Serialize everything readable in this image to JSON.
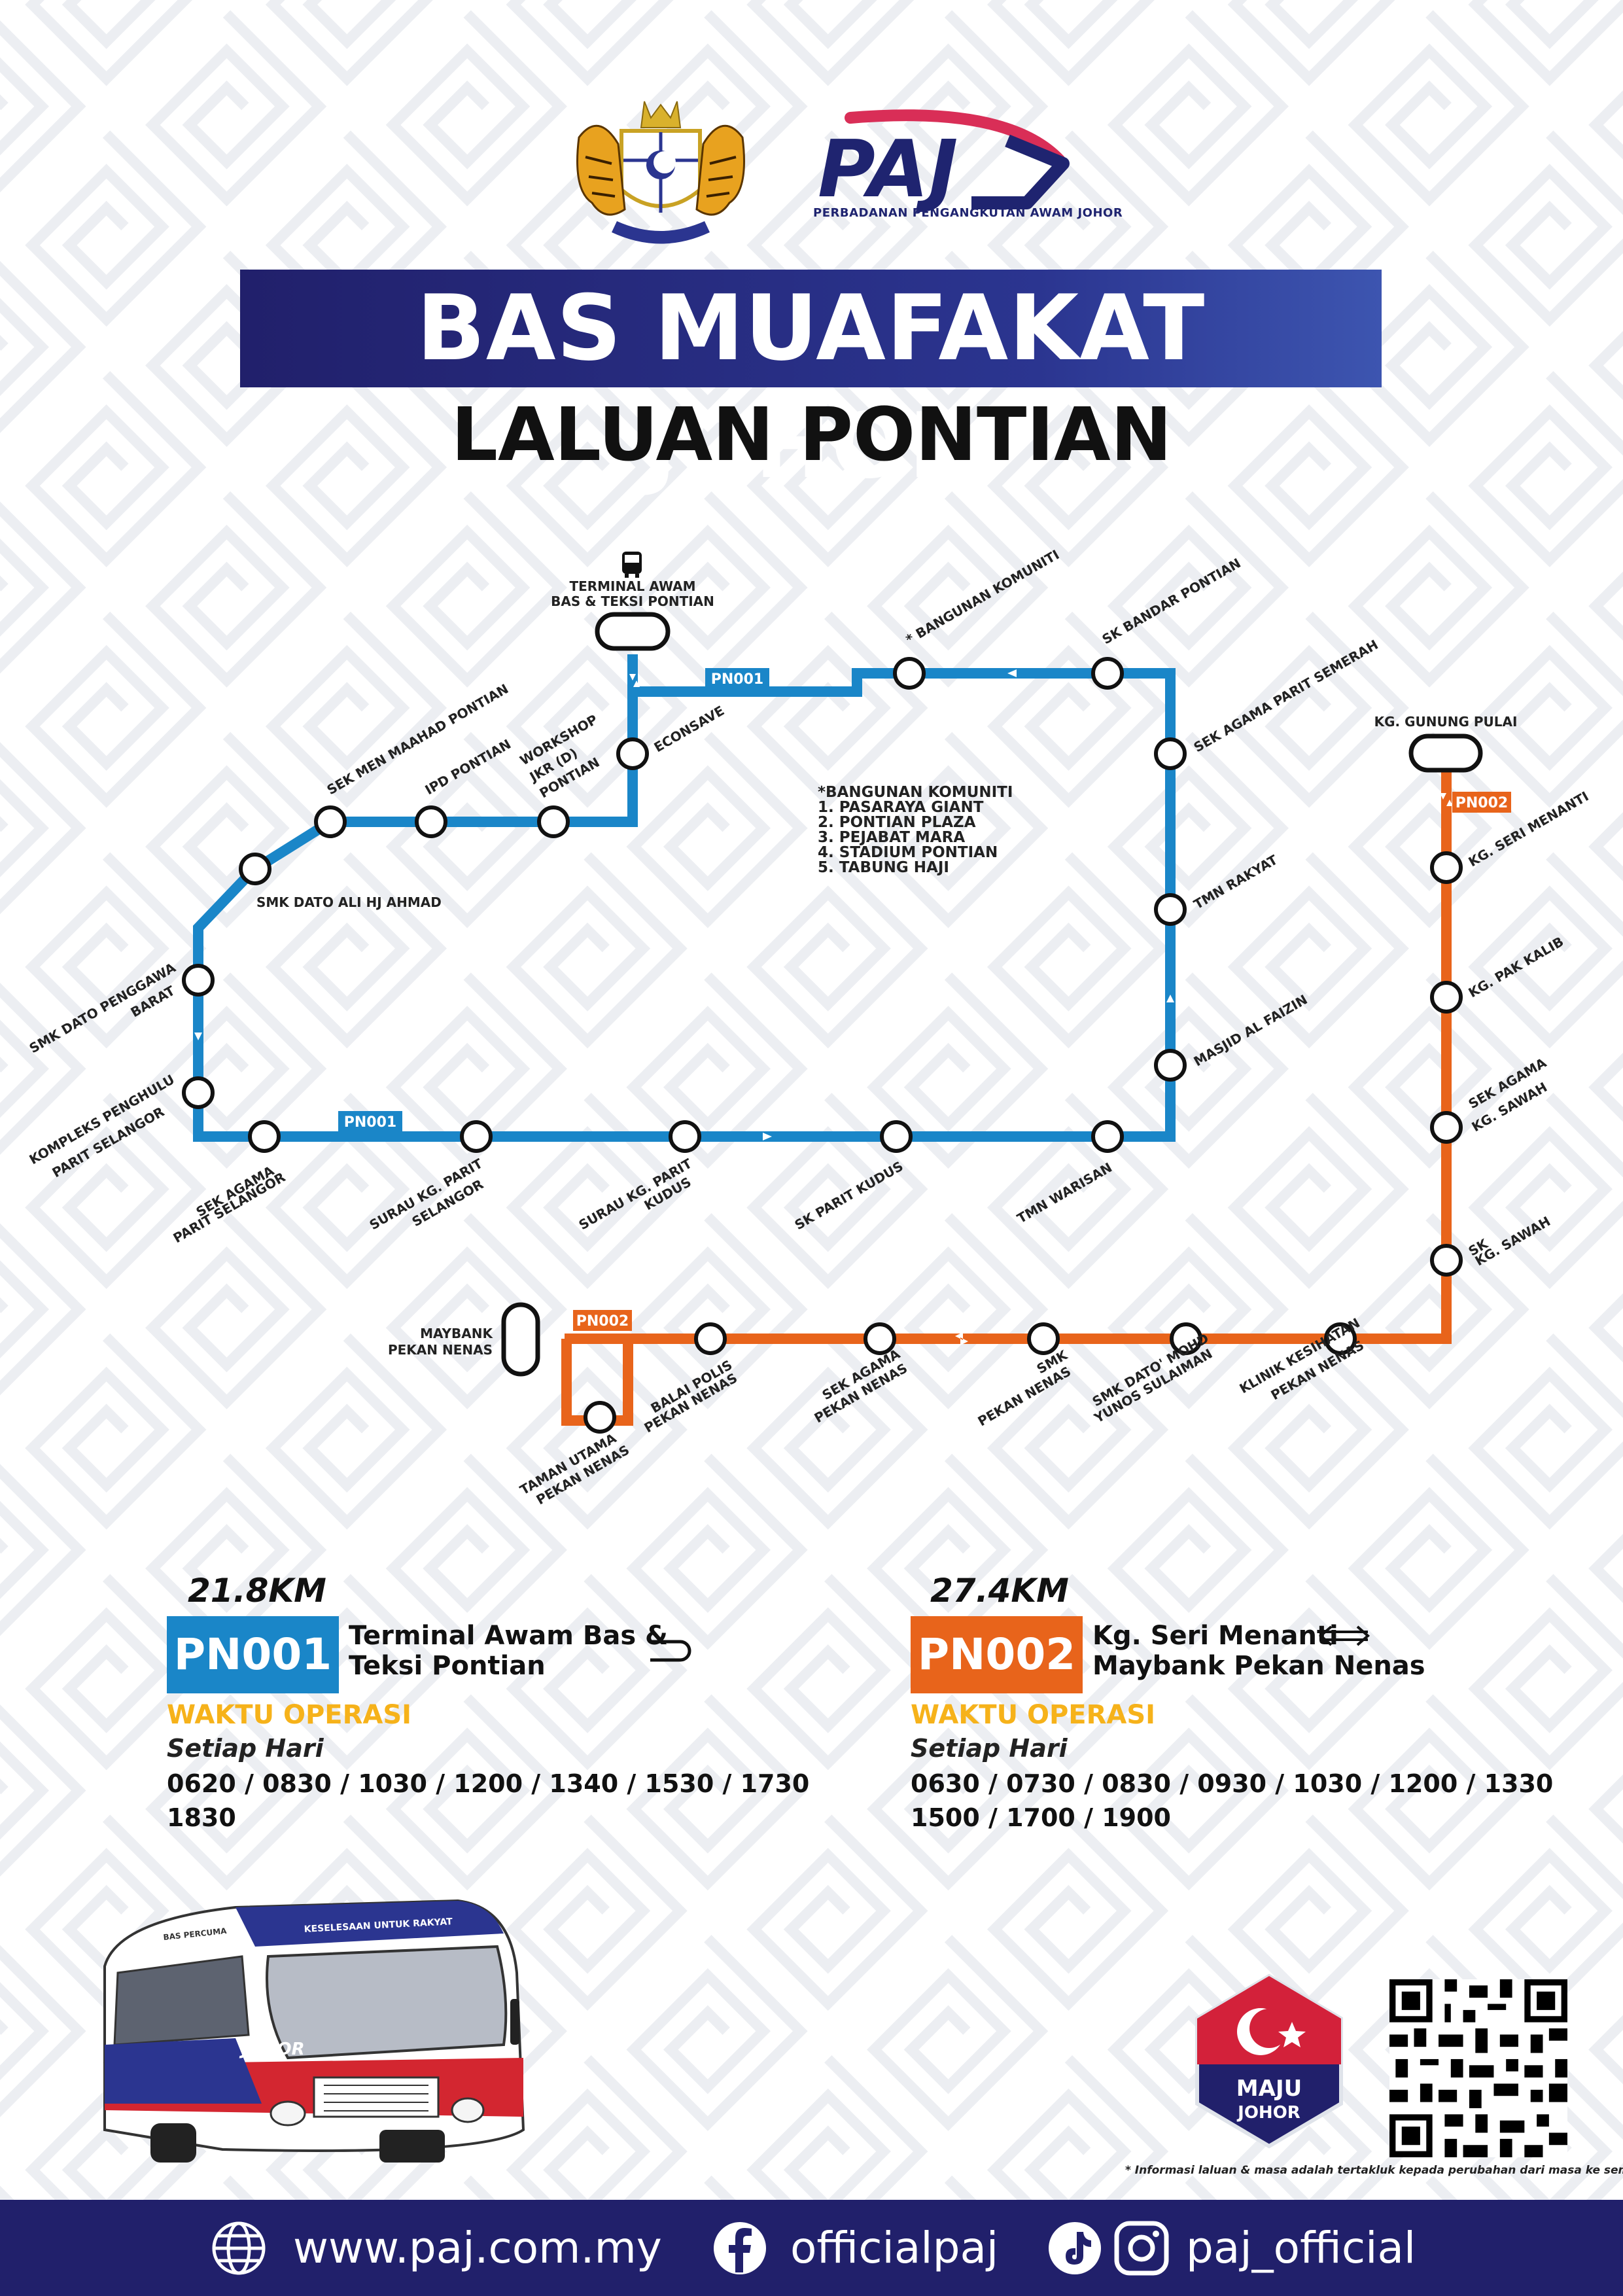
{
  "header": {
    "title": "BAS MUAFAKAT JOHOR",
    "subtitle": "LALUAN PONTIAN",
    "logo_text": "PAJ",
    "logo_caption": "PERBADANAN PENGANGKUTAN AWAM JOHOR"
  },
  "colors": {
    "pn001": "#1a86c8",
    "pn002": "#e8641b",
    "navy": "#21206b",
    "accent": "#f6b21a"
  },
  "map": {
    "terminal_label": [
      "TERMINAL AWAM",
      "BAS & TEKSI PONTIAN"
    ],
    "route_tag_pn001": "PN001",
    "route_tag_pn002": "PN002",
    "pn001_stops": {
      "econsave": "ECONSAVE",
      "bangunan_komuniti": "* BANGUNAN KOMUNITI",
      "sk_bandar_pontian": "SK BANDAR PONTIAN",
      "sek_agama_parit_semerah": "SEK AGAMA PARIT SEMERAH",
      "tmn_rakyat": "TMN RAKYAT",
      "masjid_al_faizin": "MASJID AL FAIZIN",
      "tmn_warisan": "TMN WARISAN",
      "sk_parit_kudus": "SK PARIT KUDUS",
      "surau_kg_parit_kudus": [
        "SURAU KG. PARIT",
        "KUDUS"
      ],
      "surau_kg_parit_selangor": [
        "SURAU KG. PARIT",
        "SELANGOR"
      ],
      "sek_agama_parit_selangor": [
        "SEK AGAMA",
        "PARIT SELANGOR"
      ],
      "kompleks_penghulu": [
        "KOMPLEKS PENGHULU",
        "PARIT SELANGOR"
      ],
      "smk_dato_penggawa": [
        "SMK DATO PENGGAWA",
        "BARAT"
      ],
      "smk_dato_ali": "SMK DATO ALI HJ AHMAD",
      "sek_men_maahad": "SEK MEN MAAHAD PONTIAN",
      "ipd_pontian": "IPD PONTIAN",
      "workshop_jkr": [
        "WORKSHOP",
        "JKR (D)",
        "PONTIAN"
      ]
    },
    "komuniti_note": [
      "*BANGUNAN KOMUNITI",
      "1. PASARAYA GIANT",
      "2. PONTIAN PLAZA",
      "3. PEJABAT MARA",
      "4. STADIUM PONTIAN",
      "5. TABUNG HAJI"
    ],
    "pn002_stops": {
      "kg_gunung_pulai": "KG. GUNUNG PULAI",
      "kg_seri_menanti": "KG. SERI MENANTI",
      "kg_pak_kalib": "KG. PAK KALIB",
      "sek_agama_kg_sawah": [
        "SEK AGAMA",
        "KG. SAWAH"
      ],
      "sk_kg_sawah": [
        "SK",
        "KG. SAWAH"
      ],
      "klinik_kesihatan": [
        "KLINIK KESIHATAN",
        "PEKAN NENAS"
      ],
      "smk_dato_mohd_yunos": [
        "SMK DATO' MOHD",
        "YUNOS SULAIMAN"
      ],
      "smk_pekan_nenas": [
        "SMK",
        "PEKAN NENAS"
      ],
      "sek_agama_pekan_nenas": [
        "SEK AGAMA",
        "PEKAN NENAS"
      ],
      "balai_polis": [
        "BALAI POLIS",
        "PEKAN NENAS"
      ],
      "taman_utama": [
        "TAMAN UTAMA",
        "PEKAN NENAS"
      ],
      "maybank": [
        "MAYBANK",
        "PEKAN NENAS"
      ]
    }
  },
  "routes": [
    {
      "distance": "21.8KM",
      "code": "PN001",
      "desc_line1": "Terminal Awam Bas &",
      "desc_line2": "Teksi Pontian",
      "direction_icon": "loop-icon",
      "waktu_label": "WAKTU OPERASI",
      "setiap": "Setiap Hari",
      "times_line1": "0620 / 0830 / 1030 / 1200 / 1340 / 1530 / 1730",
      "times_line2": "1830"
    },
    {
      "distance": "27.4KM",
      "code": "PN002",
      "desc_line1": "Kg. Seri Menanti",
      "desc_line2": "Maybank Pekan Nenas",
      "direction_icon": "bidirectional-arrow-icon",
      "waktu_label": "WAKTU OPERASI",
      "setiap": "Setiap Hari",
      "times_line1": "0630 / 0730 / 0830 / 0930 / 1030 / 1200 / 1330",
      "times_line2": "1500 / 1700 / 1900"
    }
  ],
  "bus": {
    "roof_text": "KESELESAAN UNTUK RAKYAT",
    "side_text": "BAS PERCUMA",
    "brand_text": "JOHOR"
  },
  "maju": {
    "line1": "MAJU",
    "line2": "JOHOR"
  },
  "disclaimer": "* Informasi laluan & masa adalah tertakluk kepada perubahan dari masa ke semasa",
  "footer": {
    "website": "www.paj.com.my",
    "facebook": "officialpaj",
    "social": "paj_official"
  }
}
